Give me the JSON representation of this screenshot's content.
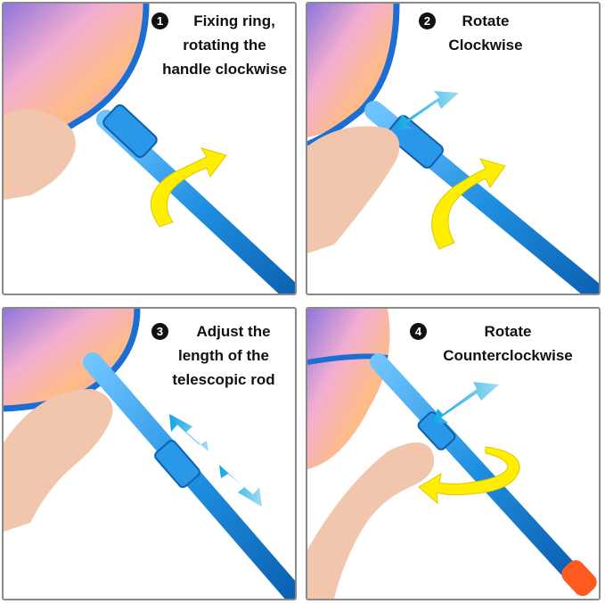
{
  "steps": [
    {
      "number": "1",
      "lines": [
        "Fixing ring,",
        "rotating the",
        "handle clockwise"
      ]
    },
    {
      "number": "2",
      "lines": [
        "Rotate",
        "Clockwise"
      ]
    },
    {
      "number": "3",
      "lines": [
        "Adjust the",
        "length of the",
        "telescopic rod"
      ]
    },
    {
      "number": "4",
      "lines": [
        "Rotate",
        "Counterclockwise"
      ]
    }
  ],
  "colors": {
    "rod_blue": "#1e8fe0",
    "rim_blue": "#1b6fd4",
    "arrow_yellow": "#ffee00",
    "arrow_cyan": "#19b2e8",
    "skin": "#f1c6ad",
    "panel_border": "#8a8a8a",
    "grip_orange": "#ff5a1f"
  },
  "icons": {
    "clockwise_arrow": "curved-rotate-arrow",
    "push_arrow": "straight-arrow",
    "extend_arrows": "double-straight-arrows"
  }
}
